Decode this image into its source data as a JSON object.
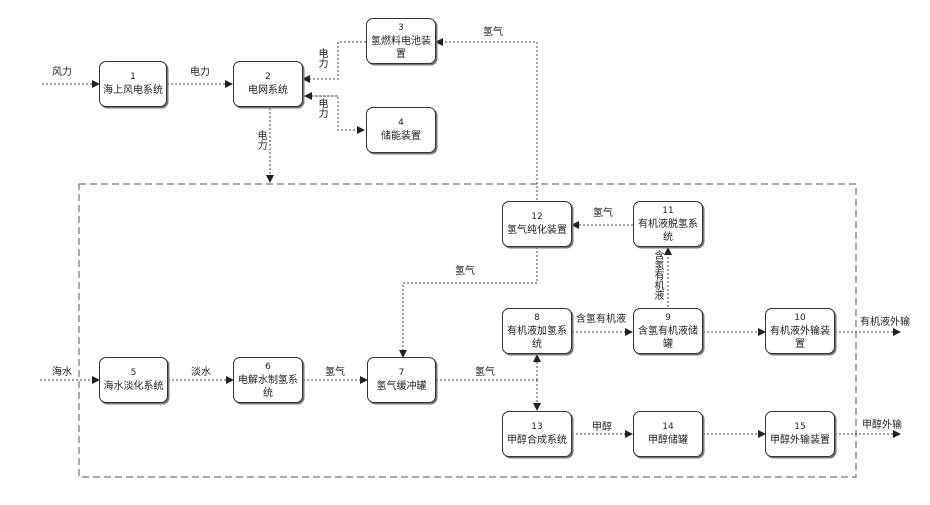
{
  "boxes": {
    "b1": {
      "num": "1",
      "name": "海上风电系统"
    },
    "b2": {
      "num": "2",
      "name": "电网系统"
    },
    "b3": {
      "num": "3",
      "name": "氢燃料电池装置"
    },
    "b4": {
      "num": "4",
      "name": "储能装置"
    },
    "b5": {
      "num": "5",
      "name": "海水淡化系统"
    },
    "b6": {
      "num": "6",
      "name": "电解水制氢系统"
    },
    "b7": {
      "num": "7",
      "name": "氢气缓冲罐"
    },
    "b8": {
      "num": "8",
      "name": "有机液加氢系统"
    },
    "b9": {
      "num": "9",
      "name": "含氢有机液储罐"
    },
    "b10": {
      "num": "10",
      "name": "有机液外输装置"
    },
    "b11": {
      "num": "11",
      "name": "有机液脱氢系统"
    },
    "b12": {
      "num": "12",
      "name": "氢气纯化装置"
    },
    "b13": {
      "num": "13",
      "name": "甲醇合成系统"
    },
    "b14": {
      "num": "14",
      "name": "甲醇储罐"
    },
    "b15": {
      "num": "15",
      "name": "甲醇外输装置"
    }
  },
  "labels": {
    "wind": "风力",
    "power1": "电力",
    "power_3_2": "电力",
    "power_4": "电力",
    "power_down": "电力",
    "h2_top": "氢气",
    "h2_11_12": "氢气",
    "h2_12_7": "氢气",
    "seawater": "海水",
    "freshwater": "淡水",
    "h2_6_7": "氢气",
    "h2_7_out": "氢气",
    "liquid_8_9": "含氢有机液",
    "liquid_9_11": "含氢有机液",
    "out_organic": "有机液外输",
    "methanol": "甲醇",
    "out_methanol": "甲醇外输"
  }
}
